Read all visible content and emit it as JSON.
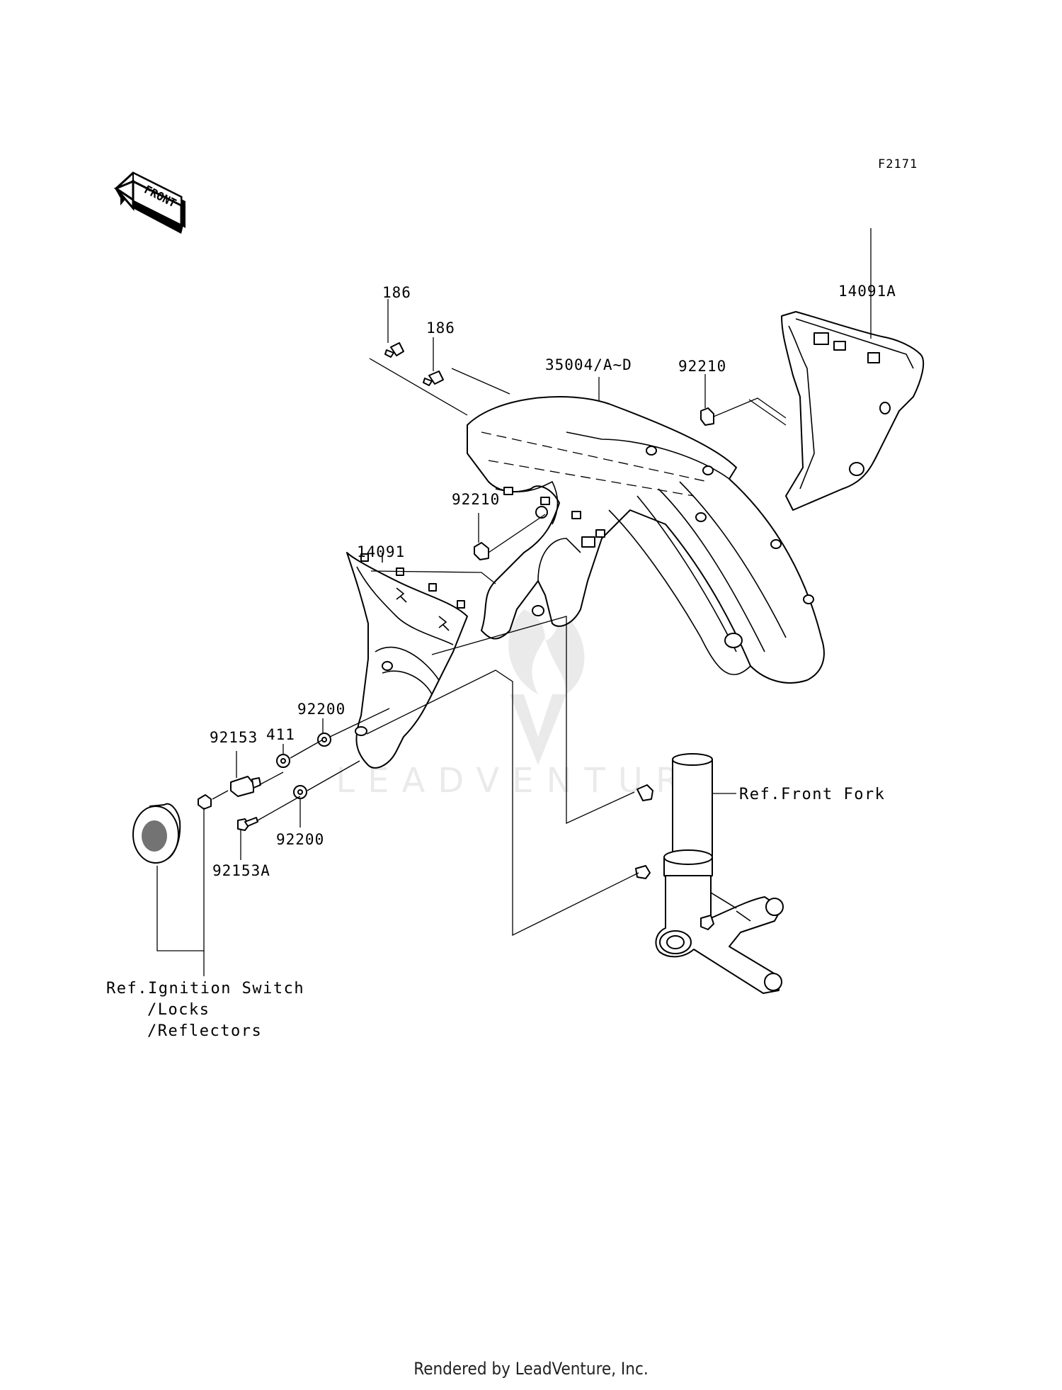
{
  "diagram_code": "F2171",
  "front_badge": "FRONT",
  "labels": {
    "p186a": "186",
    "p186b": "186",
    "p35004": "35004/A~D",
    "p92210a": "92210",
    "p14091A": "14091A",
    "p92210b": "92210",
    "p14091": "14091",
    "p92200a": "92200",
    "p411": "411",
    "p92153": "92153",
    "p92200b": "92200",
    "p92153A": "92153A",
    "ref_front_fork": "Ref.Front Fork",
    "ref_ignition_1": "Ref.Ignition Switch",
    "ref_ignition_2": "/Locks",
    "ref_ignition_3": "/Reflectors"
  },
  "watermark": "LEADVENTURE",
  "footer": "Rendered by LeadVenture, Inc."
}
